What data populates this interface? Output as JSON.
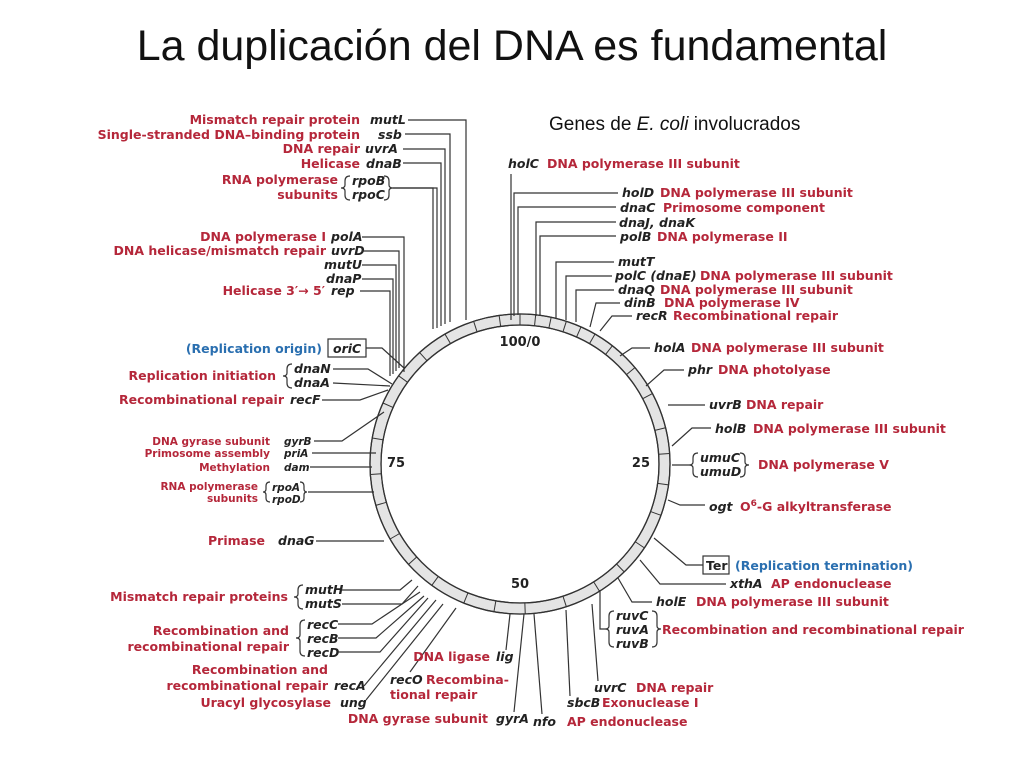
{
  "title": "La duplicación del DNA es fundamental",
  "subtitle": {
    "pre": "Genes de ",
    "organism": "E. coli",
    "post": " involucrados"
  },
  "ticks": {
    "top": "100/0",
    "right": "25",
    "bottom": "50",
    "left": "75"
  },
  "colors": {
    "function_text": "#b5273a",
    "region_text": "#2a6fb0",
    "ring_fill": "#e4e4e4"
  },
  "left": {
    "mutL": {
      "fn": "Mismatch repair protein",
      "gene": "mutL"
    },
    "ssb": {
      "fn": "Single-stranded DNA–binding protein",
      "gene": "ssb"
    },
    "uvrA": {
      "fn": "DNA repair",
      "gene": "uvrA"
    },
    "dnaB": {
      "fn": "Helicase",
      "gene": "dnaB"
    },
    "rpo": {
      "fn1": "RNA polymerase",
      "fn2": "subunits",
      "g1": "rpoB",
      "g2": "rpoC"
    },
    "polA": {
      "fn": "DNA polymerase I",
      "gene": "polA"
    },
    "uvrD": {
      "fn": "DNA helicase/mismatch repair",
      "gene": "uvrD"
    },
    "mutU": {
      "gene": "mutU"
    },
    "dnaP": {
      "gene": "dnaP"
    },
    "rep": {
      "fn": "Helicase 3′→ 5′",
      "gene": "rep"
    },
    "oriC": {
      "fn": "(Replication origin)",
      "gene": "oriC"
    },
    "dna": {
      "fn": "Replication initiation",
      "g1": "dnaN",
      "g2": "dnaA"
    },
    "recF": {
      "fn": "Recombinational repair",
      "gene": "recF"
    },
    "gyrB": {
      "fn": "DNA gyrase subunit",
      "gene": "gyrB"
    },
    "priA": {
      "fn": "Primosome assembly",
      "gene": "priA"
    },
    "dam": {
      "fn": "Methylation",
      "gene": "dam"
    },
    "rpoAD": {
      "fn1": "RNA polymerase",
      "fn2": "subunits",
      "g1": "rpoA",
      "g2": "rpoD"
    },
    "dnaG": {
      "fn": "Primase",
      "gene": "dnaG"
    },
    "mut": {
      "fn": "Mismatch repair proteins",
      "g1": "mutH",
      "g2": "mutS"
    },
    "rec": {
      "fn1": "Recombination and",
      "fn2": "recombinational repair",
      "g1": "recC",
      "g2": "recB",
      "g3": "recD"
    },
    "recA": {
      "fn1": "Recombination and",
      "fn2": "recombinational repair",
      "gene": "recA"
    },
    "ung": {
      "fn": "Uracyl glycosylase",
      "gene": "ung"
    }
  },
  "bottom": {
    "recO": {
      "gene": "recO",
      "fn1": "Recombina-",
      "fn2": "tional repair"
    },
    "lig": {
      "fn": "DNA ligase",
      "gene": "lig"
    },
    "gyrA": {
      "fn": "DNA gyrase subunit",
      "gene": "gyrA"
    },
    "nfo": {
      "gene": "nfo",
      "fn": "AP endonuclease"
    },
    "sbcB": {
      "gene": "sbcB",
      "fn": "Exonuclease I"
    },
    "uvrC": {
      "gene": "uvrC",
      "fn": "DNA repair"
    }
  },
  "right": {
    "holC": {
      "gene": "holC",
      "fn": "DNA polymerase III subunit"
    },
    "holD": {
      "gene": "holD",
      "fn": "DNA polymerase III subunit"
    },
    "dnaC": {
      "gene": "dnaC",
      "fn": "Primosome component"
    },
    "dnaJK": {
      "gene": "dnaJ, dnaK"
    },
    "polB": {
      "gene": "polB",
      "fn": "DNA polymerase II"
    },
    "mutT": {
      "gene": "mutT"
    },
    "polC": {
      "gene": "polC (dnaE)",
      "fn": "DNA polymerase III subunit"
    },
    "dnaQ": {
      "gene": "dnaQ",
      "fn": "DNA polymerase III subunit"
    },
    "dinB": {
      "gene": "dinB",
      "fn": "DNA polymerase IV"
    },
    "recR": {
      "gene": "recR",
      "fn": "Recombinational repair"
    },
    "holA": {
      "gene": "holA",
      "fn": "DNA polymerase III subunit"
    },
    "phr": {
      "gene": "phr",
      "fn": "DNA photolyase"
    },
    "uvrB": {
      "gene": "uvrB",
      "fn": "DNA repair"
    },
    "holB": {
      "gene": "holB",
      "fn": "DNA polymerase III subunit"
    },
    "umu": {
      "g1": "umuC",
      "g2": "umuD",
      "fn": "DNA polymerase V"
    },
    "ogt": {
      "gene": "ogt",
      "fn_pre": "O",
      "fn_sup": "6",
      "fn_post": "-G alkyltransferase"
    },
    "ter": {
      "gene": "Ter",
      "fn": "(Replication termination)"
    },
    "xthA": {
      "gene": "xthA",
      "fn": "AP endonuclease"
    },
    "holE": {
      "gene": "holE",
      "fn": "DNA polymerase III subunit"
    },
    "ruv": {
      "g1": "ruvC",
      "g2": "ruvA",
      "g3": "ruvB",
      "fn": "Recombination and recombinational repair"
    }
  }
}
